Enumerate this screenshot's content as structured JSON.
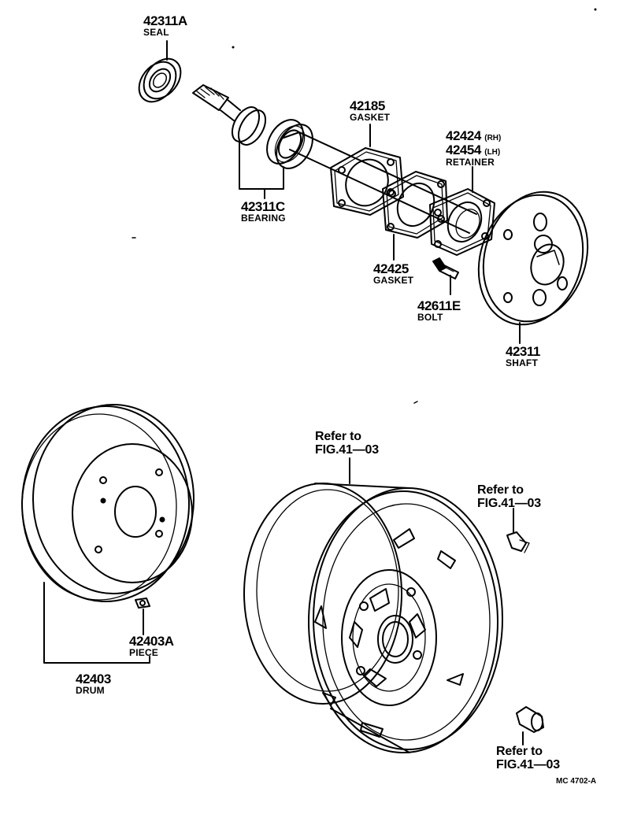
{
  "parts": {
    "seal": {
      "number": "42311A",
      "name": "SEAL"
    },
    "bearing": {
      "number": "42311C",
      "name": "BEARING"
    },
    "gasket_1": {
      "number": "42185",
      "name": "GASKET"
    },
    "retainer": {
      "number_rh": "42424",
      "suffix_rh": "(RH)",
      "number_lh": "42454",
      "suffix_lh": "(LH)",
      "name": "RETAINER"
    },
    "gasket_2": {
      "number": "42425",
      "name": "GASKET"
    },
    "bolt": {
      "number": "42611E",
      "name": "BOLT"
    },
    "shaft": {
      "number": "42311",
      "name": "SHAFT"
    },
    "piece": {
      "number": "42403A",
      "name": "PIECE"
    },
    "drum": {
      "number": "42403",
      "name": "DRUM"
    }
  },
  "references": {
    "wheel": {
      "line1": "Refer to",
      "line2": "FIG.41—03"
    },
    "weight": {
      "line1": "Refer to",
      "line2": "FIG.41—03"
    },
    "hub_nut": {
      "line1": "Refer to",
      "line2": "FIG.41—03"
    }
  },
  "diagram_code": "MC 4702-A"
}
